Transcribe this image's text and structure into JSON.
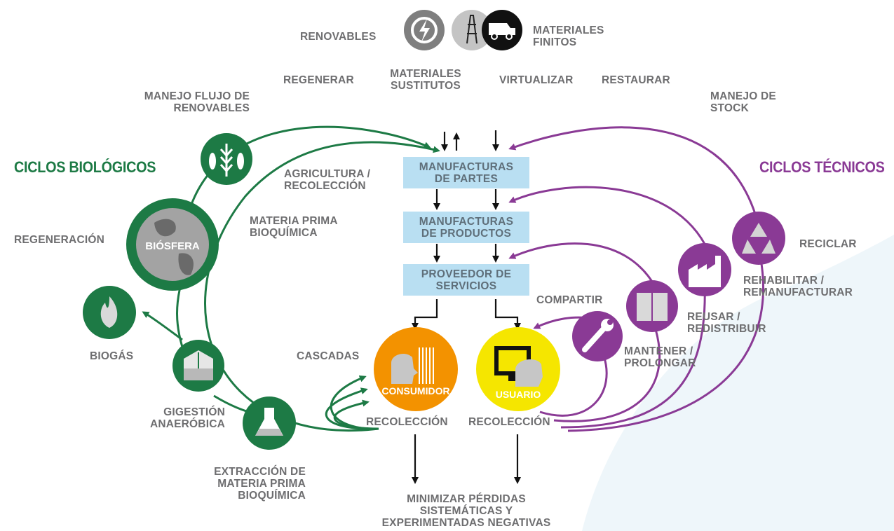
{
  "colors": {
    "green": "#1d7a45",
    "purple": "#8a3a95",
    "box": "#b9dff2",
    "label": "#6e6e70",
    "orange": "#f39200",
    "yellow": "#f5e600"
  },
  "top": {
    "renovables": "RENOVABLES",
    "materiales_finitos": "MATERIALES\nFINITOS"
  },
  "strategies": {
    "regenerar": "REGENERAR",
    "sustitutos": "MATERIALES\nSUSTITUTOS",
    "virtualizar": "VIRTUALIZAR",
    "restaurar": "RESTAURAR"
  },
  "flows": {
    "renovables": "MANEJO FLUJO DE\nRENOVABLES",
    "stock": "MANEJO DE\nSTOCK"
  },
  "titles": {
    "bio": "CICLOS BIOLÓGICOS",
    "tec": "CICLOS TÉCNICOS"
  },
  "boxes": {
    "partes": "MANUFACTURAS\nDE PARTES",
    "productos": "MANUFACTURAS\nDE PRODUCTOS",
    "servicios": "PROVEEDOR DE\nSERVICIOS"
  },
  "bio": {
    "agricultura": "AGRICULTURA /\nRECOLECCIÓN",
    "materia_prima": "MATERIA PRIMA\nBIOQUÍMICA",
    "regeneracion": "REGENERACIÓN",
    "biosfera": "BIÓSFERA",
    "biogas": "BIOGÁS",
    "digestion": "GIGESTIÓN\nANAERÓBICA",
    "extraccion": "EXTRACCIÓN DE\nMATERIA PRIMA\nBIOQUÍMICA",
    "cascadas": "CASCADAS"
  },
  "tec": {
    "compartir": "COMPARTIR",
    "mantener": "MANTENER /\nPROLONGAR",
    "reusar": "REUSAR /\nREDISTRIBUIR",
    "rehabilitar": "REHABILITAR /\nREMANUFACTURAR",
    "reciclar": "RECICLAR"
  },
  "center": {
    "consumidor": "CONSUMIDOR",
    "usuario": "USUARIO",
    "recoleccion_left": "RECOLECCIÓN",
    "recoleccion_right": "RECOLECCIÓN",
    "minimizar": "MINIMIZAR PÉRDIDAS\nSISTEMÁTICAS Y\nEXPERIMENTADAS NEGATIVAS"
  }
}
